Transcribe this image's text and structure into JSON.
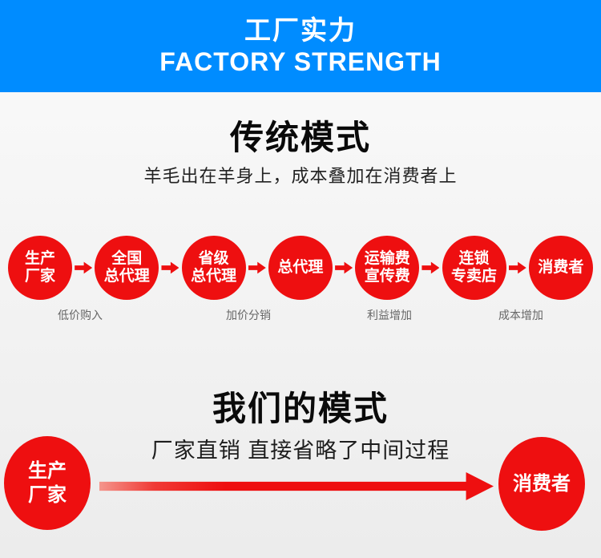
{
  "header": {
    "title_cn": "工厂实力",
    "title_en": "FACTORY STRENGTH",
    "bg_color": "#008CFF"
  },
  "traditional": {
    "title": "传统模式",
    "subtitle": "羊毛出在羊身上，成本叠加在消费者上",
    "chain": [
      {
        "label": "生产\n厂家"
      },
      {
        "label": "全国\n总代理"
      },
      {
        "label": "省级\n总代理"
      },
      {
        "label": "总代理"
      },
      {
        "label": "运输费\n宣传费"
      },
      {
        "label": "连锁\n专卖店"
      },
      {
        "label": "消费者"
      }
    ],
    "notes": [
      {
        "text": "低价购入"
      },
      {
        "text": "加价分销"
      },
      {
        "text": "利益增加"
      },
      {
        "text": "成本增加"
      }
    ],
    "circle_color": "#ee0f10"
  },
  "our_model": {
    "title": "我们的模式",
    "subtitle": "厂家直销 直接省略了中间过程",
    "producer": "生产\n厂家",
    "consumer": "消费者"
  }
}
